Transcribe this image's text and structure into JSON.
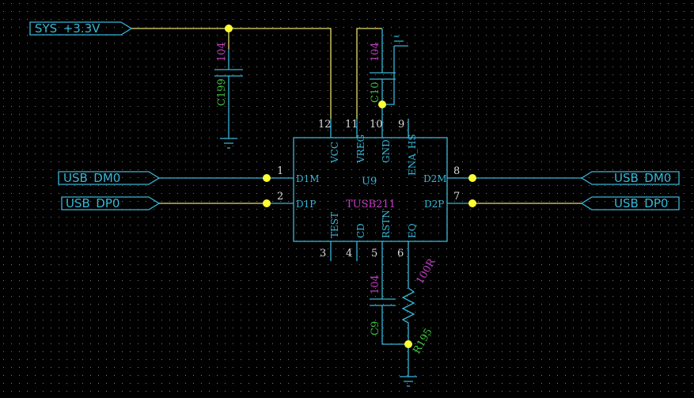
{
  "ports": {
    "sys_33v": "SYS_+3.3V",
    "usb_dm0_left": "USB_DM0",
    "usb_dp0_left": "USB_DP0",
    "usb_dm0_right": "USB_DM0",
    "usb_dp0_right": "USB_DP0"
  },
  "ic": {
    "refdes": "U9",
    "part": "TUSB211",
    "pins": {
      "p1": {
        "num": "1",
        "name": "D1M"
      },
      "p2": {
        "num": "2",
        "name": "D1P"
      },
      "p3": {
        "num": "3",
        "name": "TEST"
      },
      "p4": {
        "num": "4",
        "name": "CD"
      },
      "p5": {
        "num": "5",
        "name": "RSTN"
      },
      "p6": {
        "num": "6",
        "name": "EQ"
      },
      "p7": {
        "num": "7",
        "name": "D2P"
      },
      "p8": {
        "num": "8",
        "name": "D2M"
      },
      "p9": {
        "num": "9",
        "name": "ENA_HS"
      },
      "p10": {
        "num": "10",
        "name": "GND"
      },
      "p11": {
        "num": "11",
        "name": "VREG"
      },
      "p12": {
        "num": "12",
        "name": "VCC"
      }
    }
  },
  "parts": {
    "c199": {
      "ref": "C199",
      "value": "104"
    },
    "c10": {
      "ref": "C10",
      "value": "104"
    },
    "c9": {
      "ref": "C9",
      "value": "104"
    },
    "r195": {
      "ref": "R195",
      "value": "100R"
    }
  },
  "colors": {
    "background": "#000000",
    "grid": "#7a7a7a",
    "wire": "#e8e06a",
    "component": "#37b7d8",
    "junction": "#ffff33",
    "value_text": "#c23fc2",
    "refdes_text": "#3cc43c"
  }
}
